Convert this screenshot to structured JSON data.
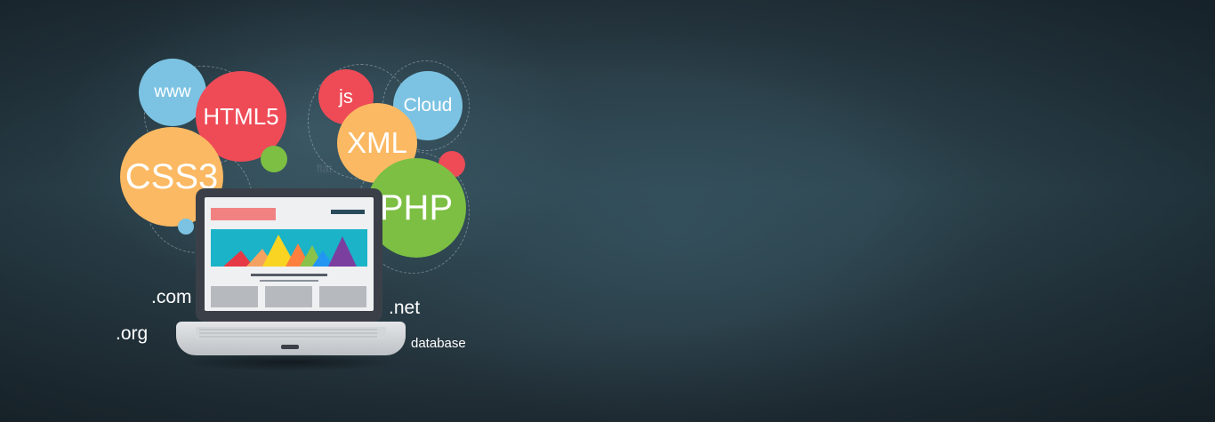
{
  "banner": {
    "bubbles": {
      "www": "www",
      "html5": "HTML5",
      "css3": "CSS3",
      "js": "js",
      "cloud": "Cloud",
      "xml": "XML",
      "php": "PHP"
    },
    "faint_label": "flat",
    "domains": {
      "com": ".com",
      "org": ".org",
      "net": ".net",
      "database": "database"
    },
    "colors": {
      "blue": "#7cc3e3",
      "red": "#ee4b57",
      "orange": "#fbb963",
      "green": "#7cbf43",
      "laptop_frame": "#3b4048",
      "screen_banner": "#1bb3c8"
    }
  }
}
